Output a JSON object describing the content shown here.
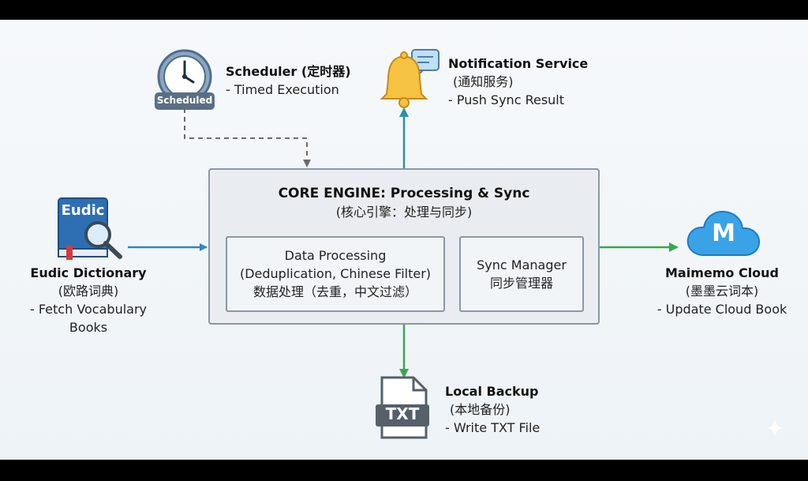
{
  "scheduler": {
    "title": "Scheduler (定时器)",
    "subtitle": "- Timed Execution",
    "badge": "Scheduled"
  },
  "notification": {
    "title": "Notification Service",
    "subtitle_cn": "(通知服务)",
    "subtitle": "- Push Sync Result"
  },
  "eudic": {
    "book_label": "Eudic",
    "title": "Eudic Dictionary",
    "subtitle_cn": "(欧路词典)",
    "line1": "- Fetch Vocabulary",
    "line2": "Books"
  },
  "core": {
    "title": "CORE ENGINE: Processing & Sync",
    "title_cn": "(核心引擎：处理与同步)",
    "processing": {
      "line1": "Data Processing",
      "line2": "(Deduplication, Chinese Filter)",
      "line3": "数据处理（去重，中文过滤）"
    },
    "sync": {
      "line1": "Sync Manager",
      "line2": "同步管理器"
    }
  },
  "maimemo": {
    "logo_letter": "M",
    "title": "Maimemo Cloud",
    "subtitle_cn": "(墨墨云词本)",
    "subtitle": "- Update Cloud Book"
  },
  "backup": {
    "file_label": "TXT",
    "title": "Local Backup",
    "subtitle_cn": "(本地备份)",
    "subtitle": "- Write TXT File"
  },
  "colors": {
    "arrow_blue": "#2f86c4",
    "arrow_teal": "#2b8fae",
    "arrow_green": "#3aa64f",
    "dashed": "#6b6b6b",
    "box_border": "#8c98a4",
    "box_fill": "#e9edf1"
  }
}
